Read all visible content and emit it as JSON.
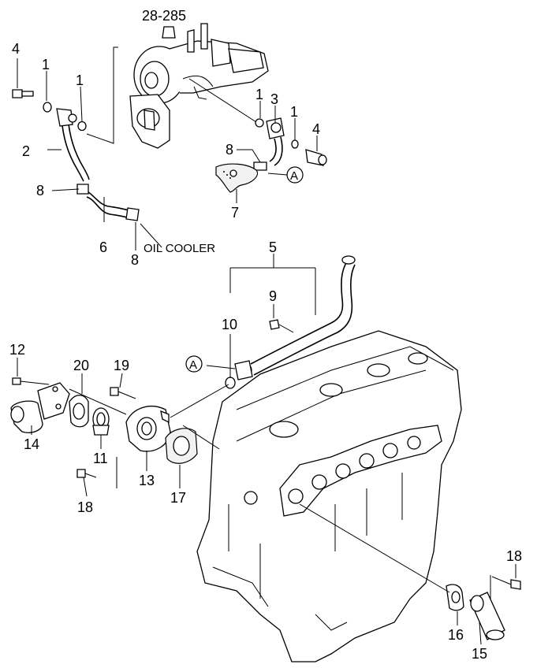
{
  "diagram": {
    "ref_label": "28-285",
    "callouts": {
      "c1a": "1",
      "c1b": "1",
      "c1c": "1",
      "c1d": "1",
      "c2": "2",
      "c3": "3",
      "c4a": "4",
      "c4b": "4",
      "c5": "5",
      "c6": "6",
      "c7": "7",
      "c8a": "8",
      "c8b": "8",
      "c8c": "8",
      "c9": "9",
      "c10": "10",
      "c11": "11",
      "c12": "12",
      "c13": "13",
      "c14": "14",
      "c15": "15",
      "c16": "16",
      "c17": "17",
      "c18a": "18",
      "c18b": "18",
      "c19": "19",
      "c20": "20"
    },
    "marker_a_top": "A",
    "marker_a_mid": "A",
    "oil_cooler_label": "OIL COOLER"
  }
}
